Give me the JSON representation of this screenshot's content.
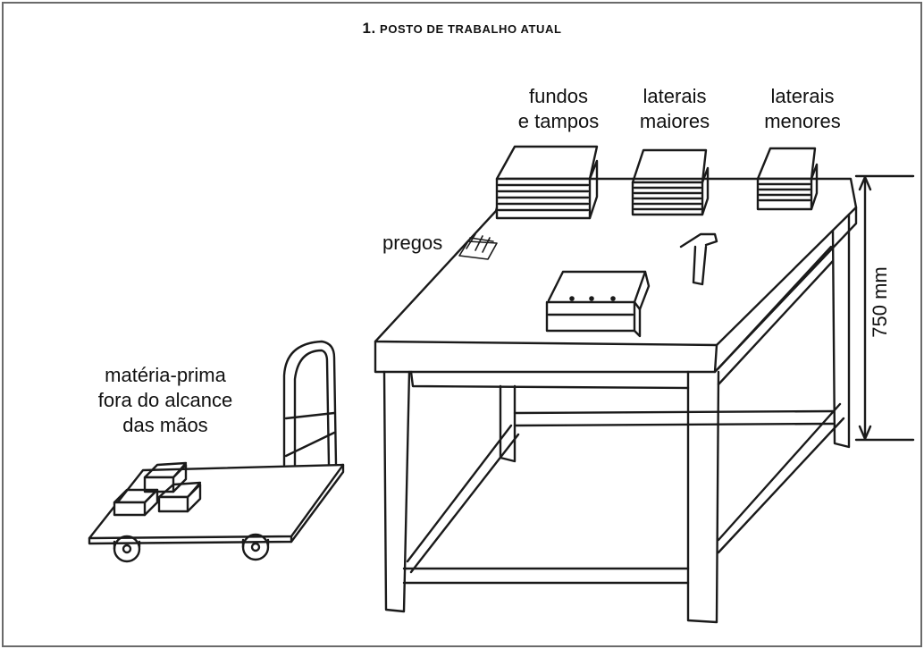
{
  "title": {
    "number": "1.",
    "text": "POSTO DE TRABALHO ATUAL"
  },
  "labels": {
    "fundos": [
      "fundos",
      "e tampos"
    ],
    "laterais_maiores": [
      "laterais",
      "maiores"
    ],
    "laterais_menores": [
      "laterais",
      "menores"
    ],
    "pregos": "pregos",
    "materia_prima": [
      "matéria-prima",
      "fora do alcance",
      "das mãos"
    ],
    "height": "750 mm"
  }
}
